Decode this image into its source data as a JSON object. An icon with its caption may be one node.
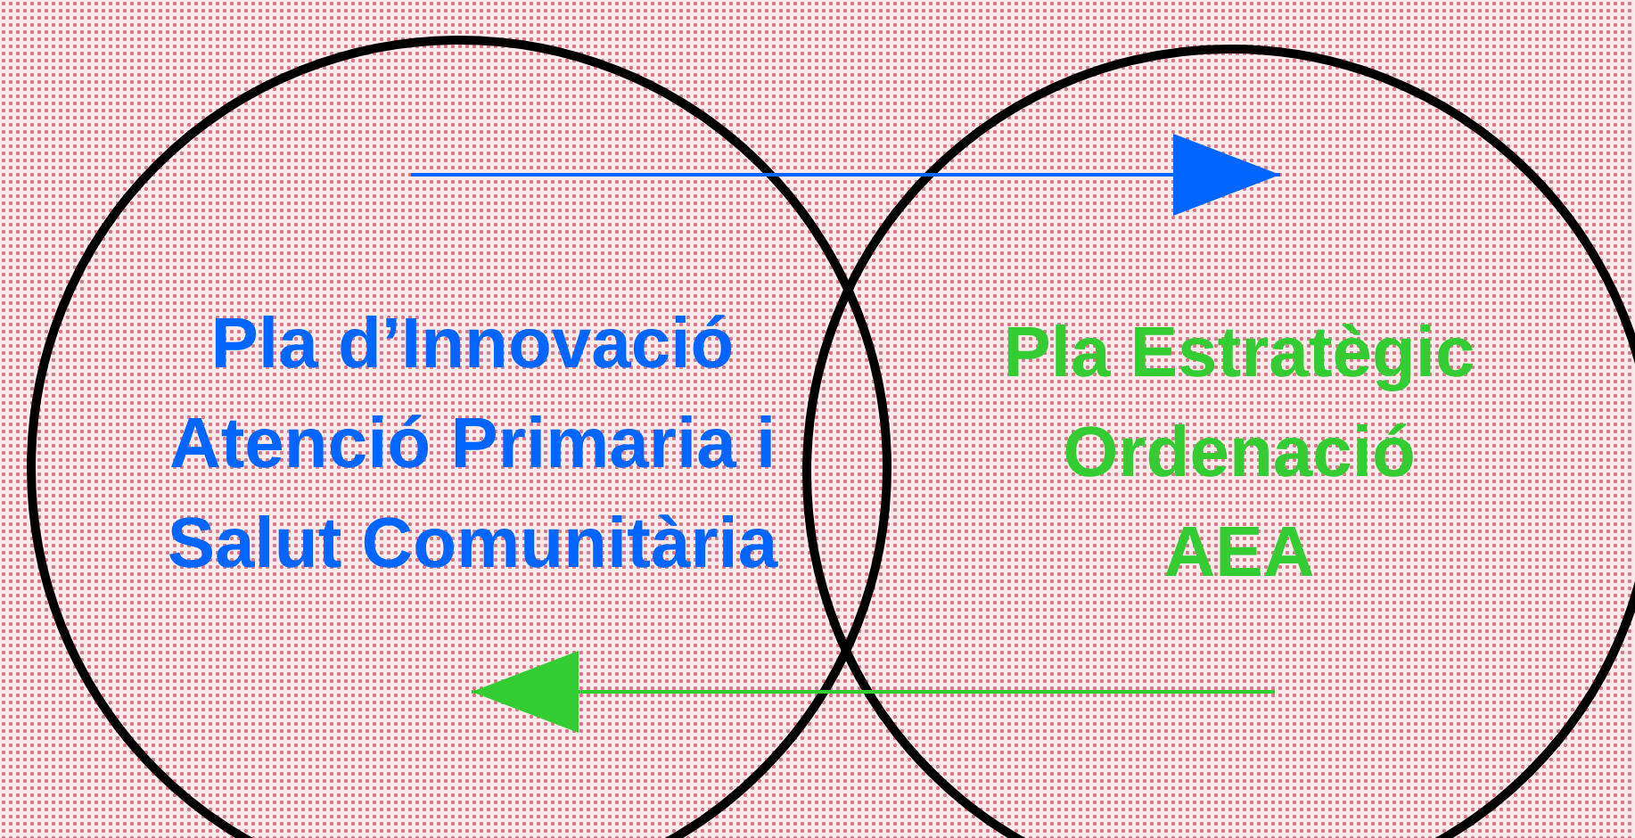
{
  "diagram": {
    "nodes": [
      {
        "text": [
          "Pla d’Innovació Atenció Primaria i Salut Comunitària"
        ]
      },
      {
        "text": [
          "Pla Estratègic Ordenació AEA"
        ]
      }
    ],
    "edges": [
      {
        "from": 0,
        "to": 1,
        "arrow": "to",
        "color": "#0066ff"
      },
      {
        "from": 1,
        "to": 0,
        "arrow": "to",
        "color": "#33cc33"
      }
    ]
  }
}
